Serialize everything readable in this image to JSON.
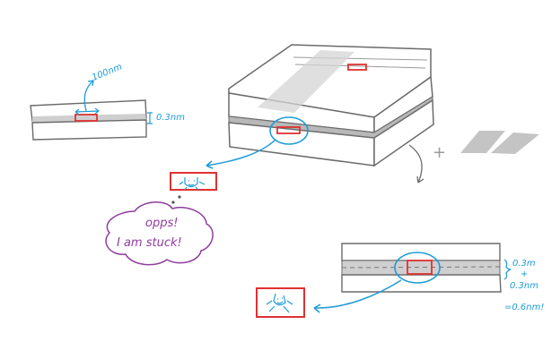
{
  "annotations": {
    "width_label": "100nm",
    "gap_label": "0.3nm",
    "speech_line1": "opps!",
    "speech_line2": "I am stuck!",
    "gap_a": "0.3m",
    "plus_sign": "+",
    "gap_b": "0.3nm",
    "total": "=0.6nm!",
    "plus_grey": "+"
  },
  "colors": {
    "outline": "#6b6b6b",
    "layer": "#bdbdbd",
    "red": "#e03131",
    "blue": "#1e9bd7",
    "purple": "#8e3c9e"
  }
}
